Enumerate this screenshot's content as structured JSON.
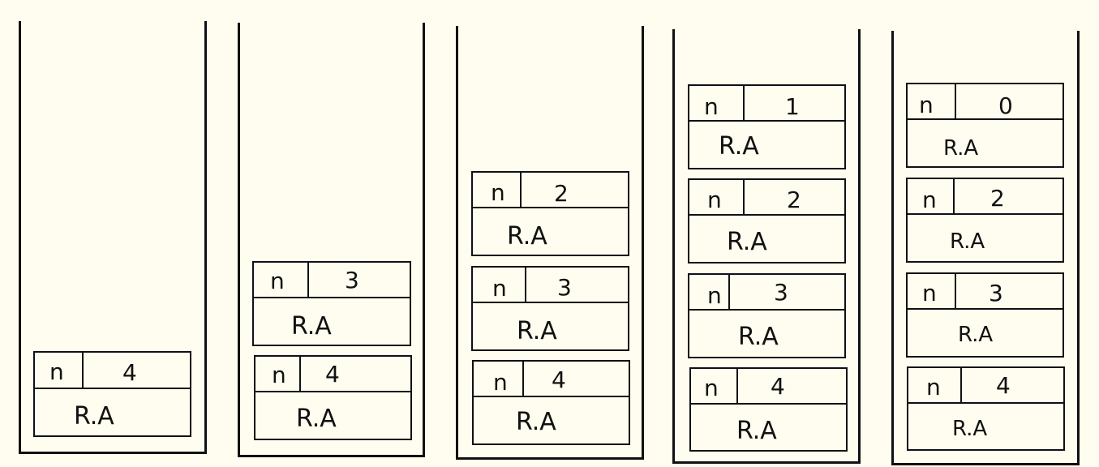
{
  "stacks": [
    {
      "frames": [
        {
          "var": "n",
          "val": "4",
          "ra": "R.A"
        }
      ]
    },
    {
      "frames": [
        {
          "var": "n",
          "val": "3",
          "ra": "R.A"
        },
        {
          "var": "n",
          "val": "4",
          "ra": "R.A"
        }
      ]
    },
    {
      "frames": [
        {
          "var": "n",
          "val": "2",
          "ra": "R.A"
        },
        {
          "var": "n",
          "val": "3",
          "ra": "R.A"
        },
        {
          "var": "n",
          "val": "4",
          "ra": "R.A"
        }
      ]
    },
    {
      "frames": [
        {
          "var": "n",
          "val": "1",
          "ra": "R.A"
        },
        {
          "var": "n",
          "val": "2",
          "ra": "R.A"
        },
        {
          "var": "n",
          "val": "3",
          "ra": "R.A"
        },
        {
          "var": "n",
          "val": "4",
          "ra": "R.A"
        }
      ]
    },
    {
      "frames": [
        {
          "var": "n",
          "val": "0",
          "ra": "R.A"
        },
        {
          "var": "n",
          "val": "2",
          "ra": "R.A"
        },
        {
          "var": "n",
          "val": "3",
          "ra": "R.A"
        },
        {
          "var": "n",
          "val": "4",
          "ra": "R.A"
        }
      ]
    }
  ]
}
